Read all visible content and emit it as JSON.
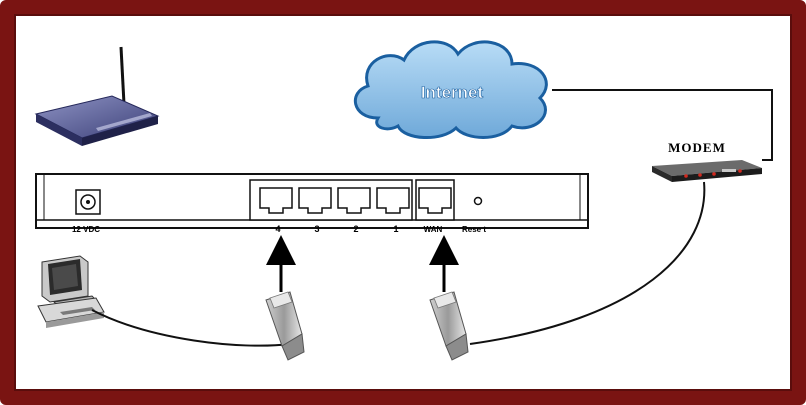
{
  "cloud": {
    "label": "Internet"
  },
  "modem": {
    "label": "MODEM"
  },
  "router_panel": {
    "power_label": "12 VDC",
    "lan_ports": [
      "4",
      "3",
      "2",
      "1"
    ],
    "wan_label": "WAN",
    "reset_label": "Rese t"
  },
  "colors": {
    "frame": "#7a1412",
    "cloud_fill": "#8ec3ea",
    "cloud_stroke": "#1a5fa0",
    "cloud_text": "#ffffff",
    "cable": "#111111",
    "modem_led": "#d2281e"
  }
}
